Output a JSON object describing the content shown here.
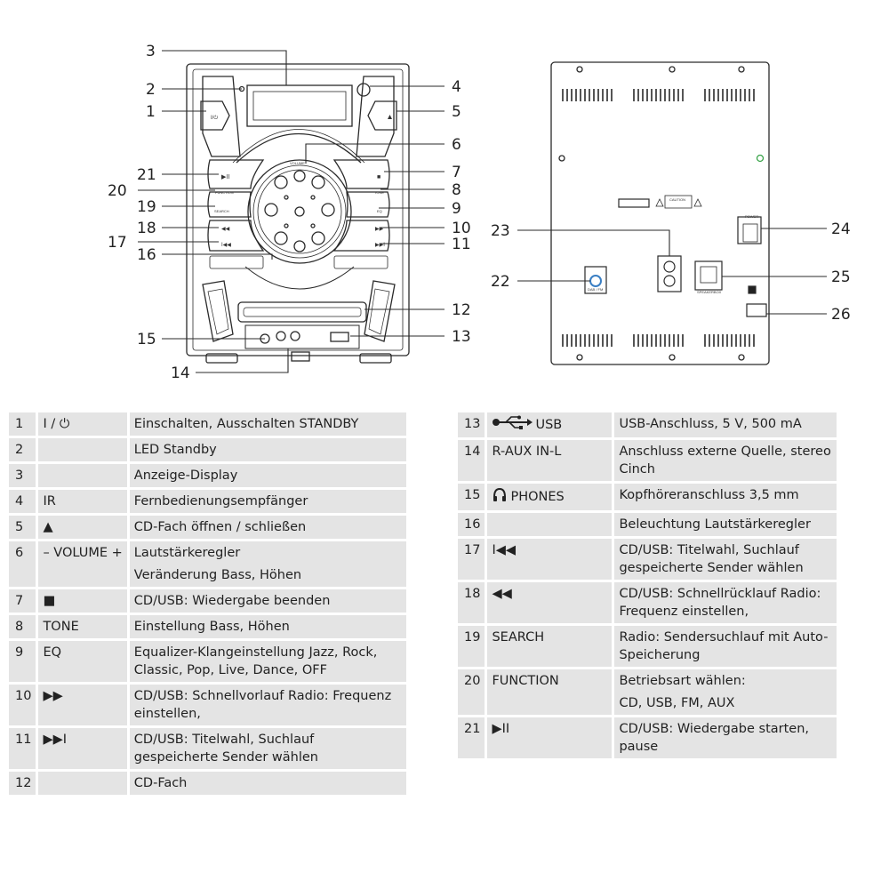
{
  "diagram": {
    "front_callouts": [
      "1",
      "2",
      "3",
      "4",
      "5",
      "6",
      "7",
      "8",
      "9",
      "10",
      "11",
      "12",
      "13",
      "14",
      "15",
      "16",
      "17",
      "18",
      "19",
      "20",
      "21"
    ],
    "rear_callouts": [
      "22",
      "23",
      "24",
      "25",
      "26"
    ],
    "front_panel_text": {
      "play_pause": "▶II",
      "stop": "■",
      "function": "FUNCTION",
      "tone": "TONE",
      "search": "SEARCH",
      "eq": "EQ",
      "rewind": "◀◀",
      "forward": "▶▶",
      "prev": "I◀◀",
      "next": "▶▶I",
      "volume": "VOLUME",
      "power": "I/⏻",
      "eject": "▲"
    },
    "rear_panel_text": {
      "caution": "CAUTION",
      "power": "POWER",
      "speakers": "SPEAKERBOX",
      "dab": "DAB / FM"
    }
  },
  "legend_left": [
    {
      "num": "1",
      "symbol": "I / ⏻",
      "symbol_icon": "power-icon",
      "desc": "Einschalten, Ausschalten STANDBY"
    },
    {
      "num": "2",
      "symbol": "",
      "desc": "LED Standby"
    },
    {
      "num": "3",
      "symbol": "",
      "desc": "Anzeige-Display"
    },
    {
      "num": "4",
      "symbol": "IR",
      "desc": "Fernbedienungsempfänger"
    },
    {
      "num": "5",
      "symbol": "▲",
      "symbol_icon": "eject-icon",
      "desc": "CD-Fach öffnen / schließen"
    },
    {
      "num": "6",
      "symbol": "– VOLUME +",
      "desc": "Lautstärkeregler",
      "desc2": "Veränderung Bass, Höhen"
    },
    {
      "num": "7",
      "symbol": "■",
      "symbol_icon": "stop-icon",
      "desc": "CD/USB: Wiedergabe beenden"
    },
    {
      "num": "8",
      "symbol": "TONE",
      "desc": "Einstellung Bass, Höhen"
    },
    {
      "num": "9",
      "symbol": "EQ",
      "desc": "Equalizer-Klangeinstellung Jazz, Rock, Classic, Pop, Live, Dance, OFF"
    },
    {
      "num": "10",
      "symbol": "▶▶",
      "symbol_icon": "fast-forward-icon",
      "desc": "CD/USB: Schnellvorlauf Radio: Frequenz einstellen,"
    },
    {
      "num": "11",
      "symbol": "▶▶I",
      "symbol_icon": "next-track-icon",
      "desc": "CD/USB: Titelwahl, Suchlauf gespeicherte Sender wählen"
    },
    {
      "num": "12",
      "symbol": "",
      "desc": "CD-Fach"
    }
  ],
  "legend_right": [
    {
      "num": "13",
      "symbol": "USB",
      "symbol_icon": "usb-icon",
      "desc": "USB-Anschluss, 5 V, 500 mA"
    },
    {
      "num": "14",
      "symbol": "R-AUX IN-L",
      "desc": "Anschluss externe Quelle, stereo Cinch"
    },
    {
      "num": "15",
      "symbol": "PHONES",
      "symbol_icon": "headphones-icon",
      "desc": "Kopfhöreranschluss 3,5 mm"
    },
    {
      "num": "16",
      "symbol": "",
      "desc": "Beleuchtung Lautstärkeregler"
    },
    {
      "num": "17",
      "symbol": "I◀◀",
      "symbol_icon": "previous-track-icon",
      "desc": "CD/USB: Titelwahl, Suchlauf gespeicherte Sender wählen"
    },
    {
      "num": "18",
      "symbol": "◀◀",
      "symbol_icon": "rewind-icon",
      "desc": "CD/USB: Schnellrücklauf Radio: Frequenz einstellen,"
    },
    {
      "num": "19",
      "symbol": "SEARCH",
      "desc": "Radio: Sendersuchlauf mit Auto-Speicherung"
    },
    {
      "num": "20",
      "symbol": "FUNCTION",
      "desc": "Betriebsart wählen:",
      "desc2": "CD, USB, FM, AUX"
    },
    {
      "num": "21",
      "symbol": "▶II",
      "symbol_icon": "play-pause-icon",
      "desc": "CD/USB: Wiedergabe starten, pause"
    }
  ]
}
